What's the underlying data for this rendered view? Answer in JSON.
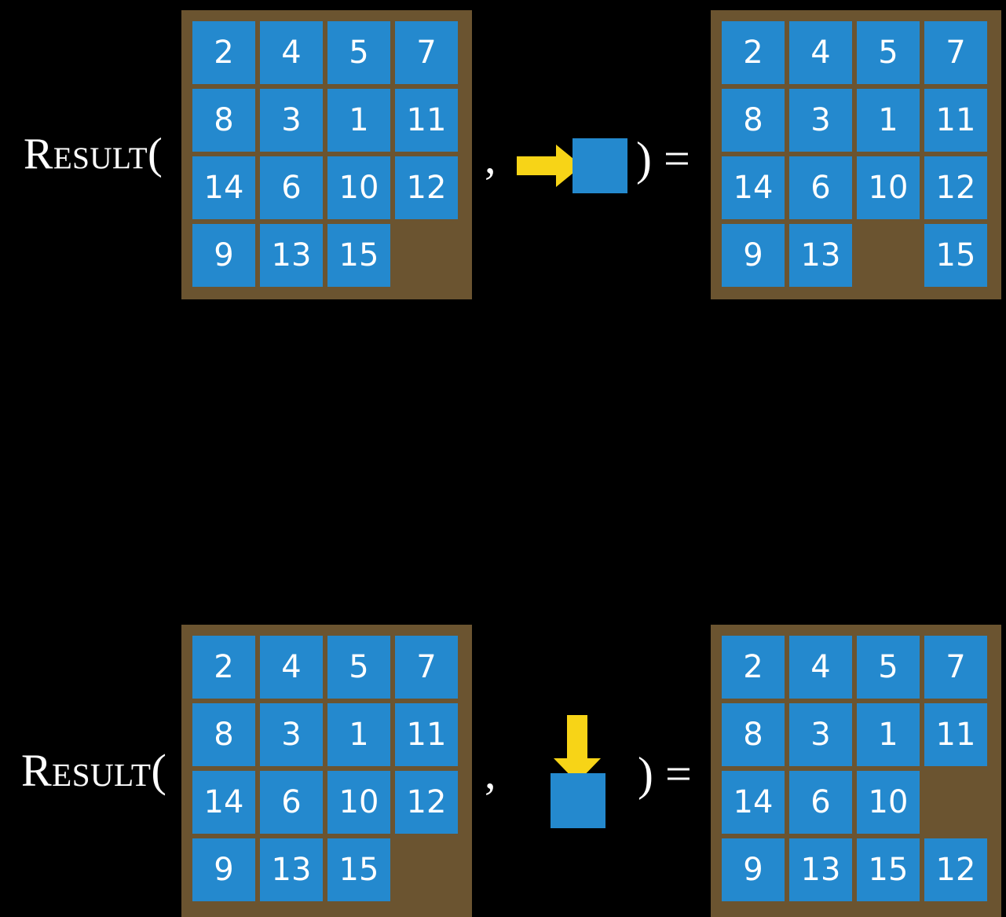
{
  "page": {
    "background_color": "#000000",
    "board_color": "#6b5430",
    "tile_color": "#2489ce",
    "tile_text_color": "#ffffff",
    "arrow_color": "#f7d417",
    "text_color": "#ffffff"
  },
  "symbols": {
    "comma": ",",
    "close_paren_equals": ") =",
    "result_label": "Result("
  },
  "rows": [
    {
      "label": "Result(",
      "comma": ",",
      "operator": {
        "arrow_icon": "arrow-right-icon",
        "arrow_direction": "right",
        "square_label": ""
      },
      "close": ") =",
      "input_board": {
        "name": "input-board-row1",
        "rows": [
          [
            "2",
            "4",
            "5",
            "7"
          ],
          [
            "8",
            "3",
            "1",
            "11"
          ],
          [
            "14",
            "6",
            "10",
            "12"
          ],
          [
            "9",
            "13",
            "15",
            ""
          ]
        ]
      },
      "output_board": {
        "name": "output-board-row1",
        "rows": [
          [
            "2",
            "4",
            "5",
            "7"
          ],
          [
            "8",
            "3",
            "1",
            "11"
          ],
          [
            "14",
            "6",
            "10",
            "12"
          ],
          [
            "9",
            "13",
            "",
            "15"
          ]
        ]
      }
    },
    {
      "label": "Result(",
      "comma": ",",
      "operator": {
        "arrow_icon": "arrow-down-icon",
        "arrow_direction": "down",
        "square_label": ""
      },
      "close": ") =",
      "input_board": {
        "name": "input-board-row2",
        "rows": [
          [
            "2",
            "4",
            "5",
            "7"
          ],
          [
            "8",
            "3",
            "1",
            "11"
          ],
          [
            "14",
            "6",
            "10",
            "12"
          ],
          [
            "9",
            "13",
            "15",
            ""
          ]
        ]
      },
      "output_board": {
        "name": "output-board-row2",
        "rows": [
          [
            "2",
            "4",
            "5",
            "7"
          ],
          [
            "8",
            "3",
            "1",
            "11"
          ],
          [
            "14",
            "6",
            "10",
            ""
          ],
          [
            "9",
            "13",
            "15",
            "12"
          ]
        ]
      }
    }
  ]
}
